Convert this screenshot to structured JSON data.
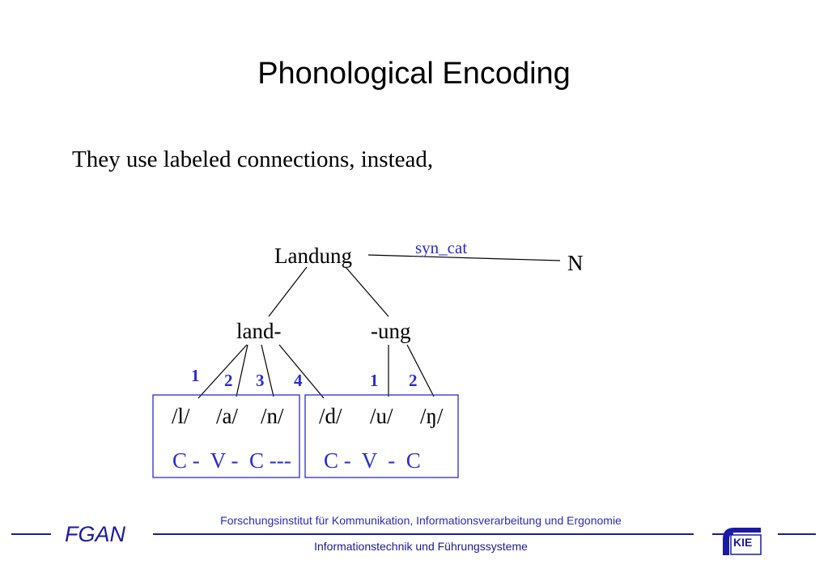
{
  "slide": {
    "title": "Phonological Encoding",
    "subtitle": "They use labeled connections, instead,"
  },
  "diagram": {
    "root": "Landung",
    "edge_label": "syn_cat",
    "category": "N",
    "morpheme_1": "land-",
    "morpheme_2": "-ung",
    "link_labels_1": [
      "1",
      "2",
      "3",
      "4"
    ],
    "link_labels_2": [
      "1",
      "2"
    ],
    "phonemes_1": [
      "/l/",
      "/a/",
      "/n/"
    ],
    "phonemes_2": [
      "/d/",
      "/u/",
      "/ŋ/"
    ],
    "cv_1": "C -  V -  C ---",
    "cv_2": "C -  V  -  C",
    "colors": {
      "accent": "#2b2bd6",
      "text": "#000000"
    }
  },
  "footer": {
    "institute": "Forschungsinstitut für Kommunikation, Informationsverarbeitung und Ergonomie",
    "department": "Informationstechnik und Führungssysteme",
    "logo_left": "FGAN",
    "logo_right": "KIE"
  }
}
